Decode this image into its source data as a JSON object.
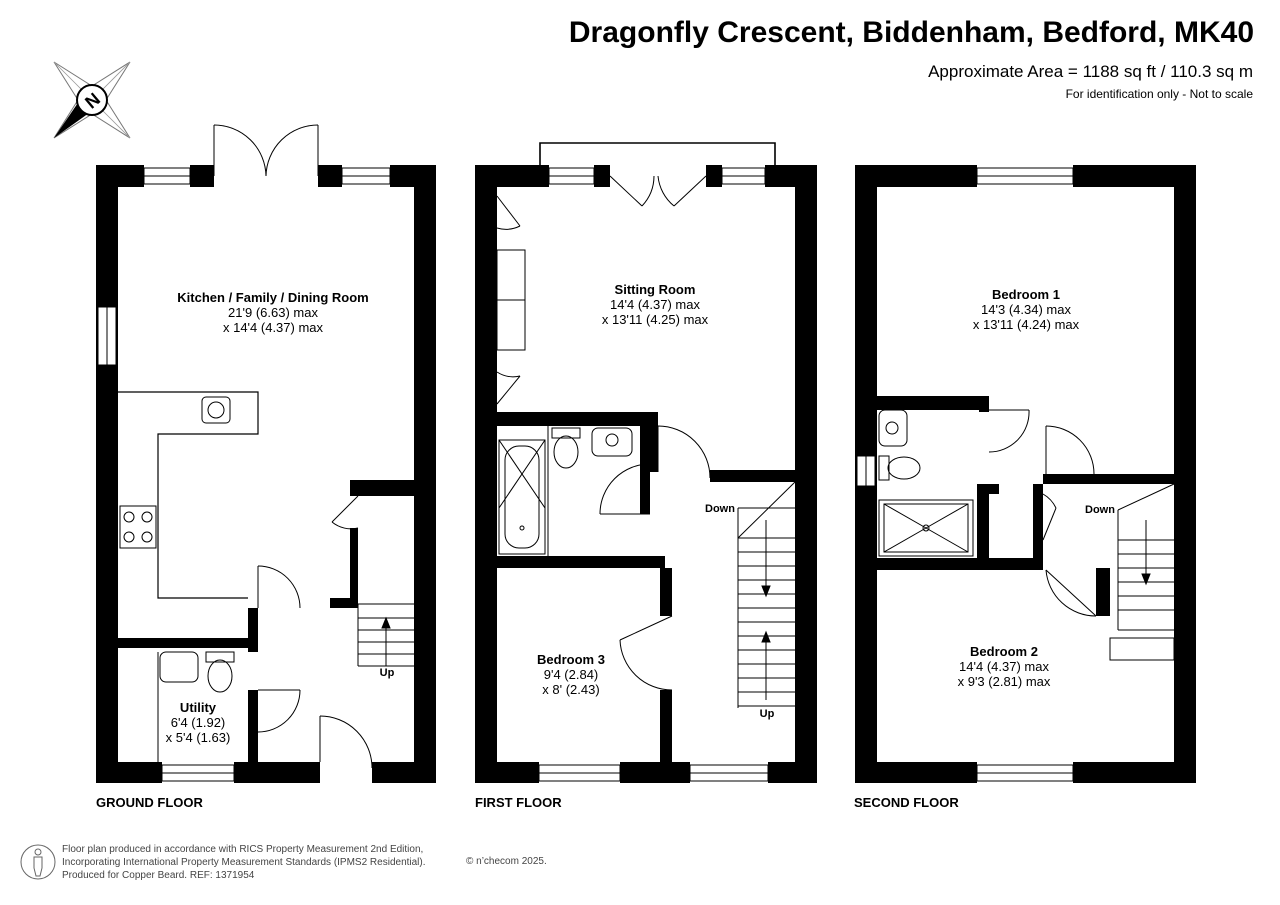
{
  "header": {
    "title": "Dragonfly Crescent, Biddenham, Bedford, MK40",
    "area": "Approximate Area = 1188 sq ft / 110.3 sq m",
    "note": "For identification only - Not to scale"
  },
  "compass": {
    "label": "N"
  },
  "floors": {
    "ground": {
      "label": "GROUND FLOOR",
      "stairs_label": "Up",
      "rooms": [
        {
          "name": "Kitchen / Family / Dining Room",
          "lines": [
            "21'9 (6.63) max",
            "x 14'4 (4.37) max"
          ]
        },
        {
          "name": "Utility",
          "lines": [
            "6'4 (1.92)",
            "x 5'4 (1.63)"
          ]
        }
      ]
    },
    "first": {
      "label": "FIRST FLOOR",
      "stairs_down": "Down",
      "stairs_up": "Up",
      "rooms": [
        {
          "name": "Sitting Room",
          "lines": [
            "14'4 (4.37) max",
            "x 13'11 (4.25) max"
          ]
        },
        {
          "name": "Bedroom 3",
          "lines": [
            "9'4 (2.84)",
            "x 8' (2.43)"
          ]
        }
      ]
    },
    "second": {
      "label": "SECOND FLOOR",
      "stairs_down": "Down",
      "rooms": [
        {
          "name": "Bedroom 1",
          "lines": [
            "14'3 (4.34) max",
            "x 13'11 (4.24) max"
          ]
        },
        {
          "name": "Bedroom 2",
          "lines": [
            "14'4 (4.37) max",
            "x 9'3 (2.81) max"
          ]
        }
      ]
    }
  },
  "footer": {
    "lines": [
      "Floor plan produced in accordance with RICS Property Measurement 2nd Edition,",
      "Incorporating International Property Measurement Standards (IPMS2 Residential).",
      "Produced for Copper Beard.   REF:  1371954"
    ],
    "copyright": "© n’checom 2025."
  },
  "colors": {
    "wall": "#000000",
    "fixture": "#444444",
    "background": "#ffffff"
  }
}
